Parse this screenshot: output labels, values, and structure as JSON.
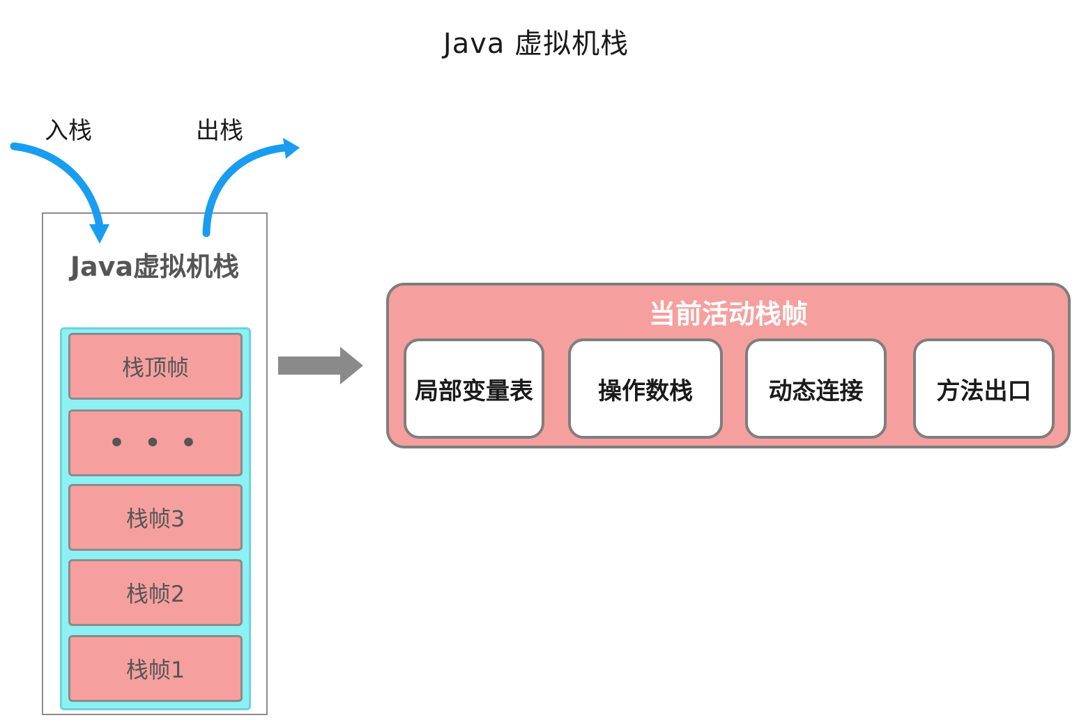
{
  "diagram": {
    "title": "Java 虚拟机栈",
    "push_label": "入栈",
    "pop_label": "出栈",
    "stack": {
      "title": "Java虚拟机栈",
      "frames": [
        "栈顶帧",
        "• • •",
        "栈帧3",
        "栈帧2",
        "栈帧1"
      ]
    },
    "active_frame": {
      "title": "当前活动栈帧",
      "parts": [
        "局部变量表",
        "操作数栈",
        "动态连接",
        "方法出口"
      ]
    },
    "colors": {
      "arrow_blue": "#1a9df0",
      "arrow_gray": "#8a8a8a",
      "frame_fill": "#f5a09e",
      "stack_inner_fill": "#8df1f4",
      "border_gray": "#7e7e7e"
    }
  }
}
